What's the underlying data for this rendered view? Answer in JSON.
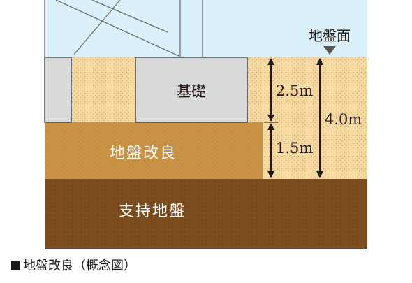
{
  "labels": {
    "ground_surface": "地盤面",
    "foundation": "基礎",
    "improvement": "地盤改良",
    "bearing": "支持地盤",
    "dim_upper": "2.5m",
    "dim_lower": "1.5m",
    "dim_total": "4.0m"
  },
  "caption": "地盤改良（概念図）",
  "colors": {
    "sky": "#daf1fb",
    "sand": "#f6d9a0",
    "improved": "#c99245",
    "bearing": "#7b4c1d",
    "foundation": "#d8d9d9",
    "arrow": "#231815"
  }
}
